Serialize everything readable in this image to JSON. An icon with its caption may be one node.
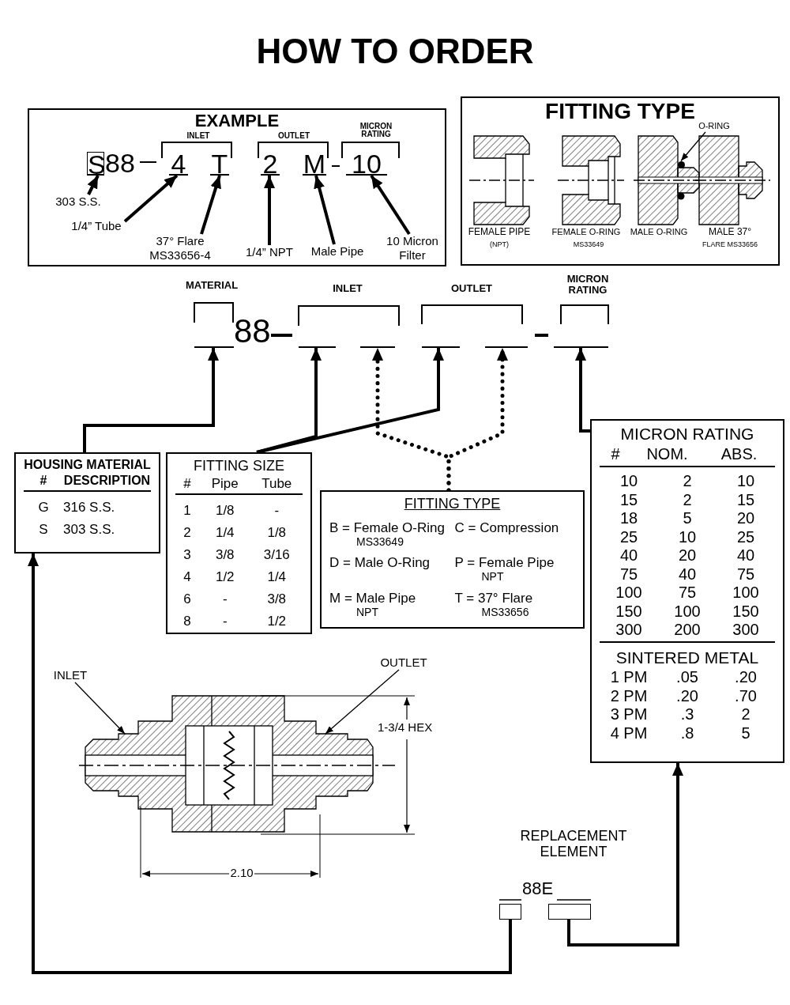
{
  "diagram": {
    "title": "HOW TO ORDER",
    "nodes": [
      {
        "text": [
          "EXAMPLE"
        ]
      },
      {
        "text": [
          "S"
        ],
        "in": 0
      },
      {
        "text": [
          "4"
        ],
        "in": 0
      },
      {
        "text": [
          "T"
        ],
        "in": 0
      },
      {
        "text": [
          "2"
        ],
        "in": 0
      },
      {
        "text": [
          "M"
        ],
        "in": 0
      },
      {
        "text": [
          "10"
        ],
        "in": 0
      },
      {
        "text": [
          "303 S.S."
        ],
        "in": 0
      },
      {
        "text": [
          "1/4” Tube"
        ],
        "in": 0
      },
      {
        "text": [
          "37° Flare MS33656-4"
        ],
        "in": 0
      },
      {
        "text": [
          "1/4” NPT"
        ],
        "in": 0
      },
      {
        "text": [
          "Male Pipe"
        ],
        "in": 0
      },
      {
        "text": [
          "10 Micron Filter"
        ],
        "in": 0
      },
      {
        "text": [
          "FITTING TYPE"
        ]
      },
      {
        "text": [
          "O-RING"
        ],
        "in": 13
      },
      {
        "text": [],
        "shape": "bar"
      },
      {
        "text": [],
        "shape": "bar"
      },
      {
        "text": [],
        "shape": "bar"
      },
      {
        "text": [],
        "shape": "bar"
      },
      {
        "text": [],
        "shape": "bar"
      },
      {
        "text": [],
        "shape": "bar"
      },
      {
        "text": [
          "HOUSING MATERIAL",
          "#",
          "DESCRIPTION",
          "G",
          "316 S.S.",
          "S",
          "303 S.S."
        ]
      },
      {
        "text": [
          "FITTING SIZE",
          "#",
          "Pipe",
          "Tube",
          "1",
          "1/8",
          "-",
          "2",
          "1/4",
          "1/8",
          "3",
          "3/8",
          "3/16",
          "4",
          "1/2",
          "1/4",
          "6",
          "-",
          "3/8",
          "8",
          "-",
          "1/2"
        ]
      },
      {
        "text": [
          "FITTING TYPE",
          "B = Female O-Ring",
          "MS33649",
          "C = Compression",
          "D = Male O-Ring",
          "P = Female Pipe",
          "NPT",
          "M = Male Pipe",
          "NPT",
          "T = 37° Flare",
          "MS33656"
        ]
      },
      {
        "text": [
          "MICRON RATING",
          "#",
          "NOM.",
          "ABS.",
          "10",
          "2",
          "10",
          "15",
          "2",
          "15",
          "18",
          "5",
          "20",
          "25",
          "10",
          "25",
          "40",
          "20",
          "40",
          "75",
          "40",
          "75",
          "100",
          "75",
          "100",
          "150",
          "100",
          "150",
          "300",
          "200",
          "300",
          "SINTERED METAL",
          "1 PM",
          ".05",
          ".20",
          "2 PM",
          ".20",
          ".70",
          "3 PM",
          ".3",
          "2",
          "4 PM",
          ".8",
          "5"
        ]
      },
      {
        "text": [
          "INLET"
        ]
      },
      {
        "text": [
          "OUTLET"
        ]
      },
      {
        "text": [],
        "shape": "box"
      },
      {
        "text": [],
        "shape": "box"
      },
      {
        "text": [],
        "shape": "circle",
        "in": 13
      }
    ],
    "edges": [
      {
        "from": 7,
        "to": 1,
        "arrow": "to"
      },
      {
        "from": 8,
        "to": 2,
        "arrow": "to"
      },
      {
        "from": 9,
        "to": 3,
        "arrow": "to"
      },
      {
        "from": 10,
        "to": 4,
        "arrow": "to"
      },
      {
        "from": 11,
        "to": 5,
        "arrow": "to"
      },
      {
        "from": 12,
        "to": 6,
        "arrow": "to"
      },
      {
        "from": 14,
        "to": 29,
        "arrow": "to"
      },
      {
        "from": 21,
        "to": 15,
        "arrow": "to"
      },
      {
        "from": 22,
        "to": 16,
        "arrow": "to"
      },
      {
        "from": 22,
        "to": 18,
        "arrow": "to"
      },
      {
        "from": 23,
        "to": 17,
        "arrow": "to",
        "style": "dashed"
      },
      {
        "from": 23,
        "to": 19,
        "arrow": "to",
        "style": "dashed"
      },
      {
        "from": 24,
        "to": 20,
        "arrow": "to"
      },
      {
        "from": 25,
        "to": null,
        "arrow": "to"
      },
      {
        "from": 26,
        "to": null,
        "arrow": "to"
      },
      {
        "from": 27,
        "to": 21,
        "arrow": "to"
      },
      {
        "from": 28,
        "to": 24,
        "arrow": "to"
      }
    ],
    "labels": [
      "INLET",
      "OUTLET",
      "MICRON RATING",
      "88",
      "FEMALE PIPE",
      "(NPT)",
      "FEMALE O-RING",
      "MS33649",
      "MALE O-RING",
      "MALE 37°",
      "FLARE MS33656",
      "MATERIAL",
      "88",
      "INLET",
      "OUTLET",
      "MICRON RATING",
      "1-3/4 HEX",
      "2.10",
      "REPLACEMENT ELEMENT",
      "88E"
    ]
  }
}
